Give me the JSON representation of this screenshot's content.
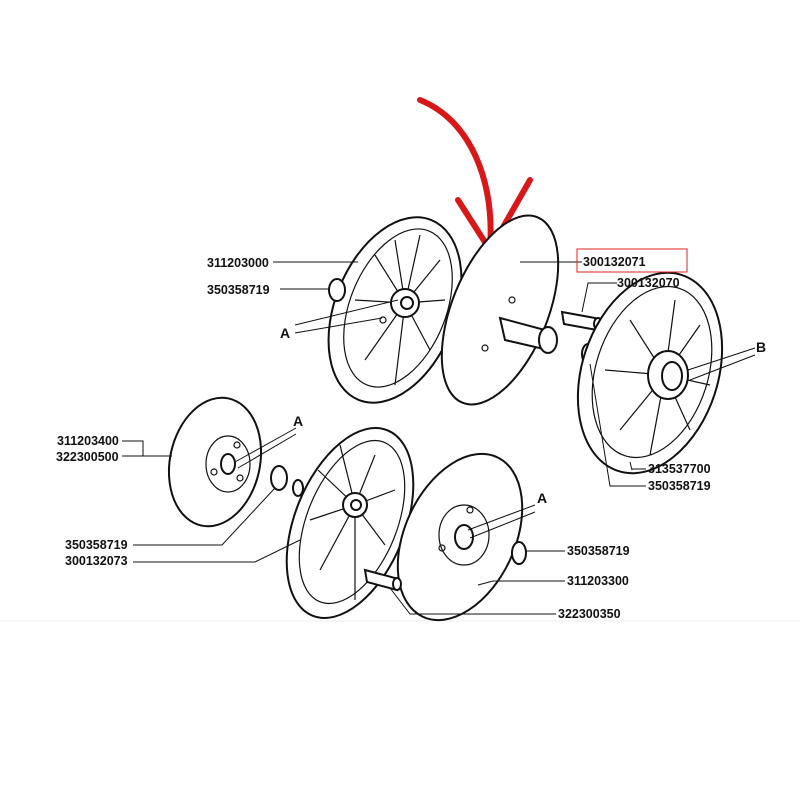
{
  "diagram": {
    "highlight_color": "#e02020",
    "arrow_color": "#d81818",
    "labels": {
      "p311203000": "311203000",
      "p350358719_top": "350358719",
      "a_top": "A",
      "p300132071": "300132071",
      "p300132070": "300132070",
      "b": "B",
      "p313537700": "313537700",
      "p350358719_right": "350358719",
      "p311203400": "311203400",
      "p322300500": "322300500",
      "a_left": "A",
      "p350358719_left": "350358719",
      "p300132073": "300132073",
      "a_bottom": "A",
      "p350358719_bottom": "350358719",
      "p311203300": "311203300",
      "p322300350": "322300350"
    }
  }
}
